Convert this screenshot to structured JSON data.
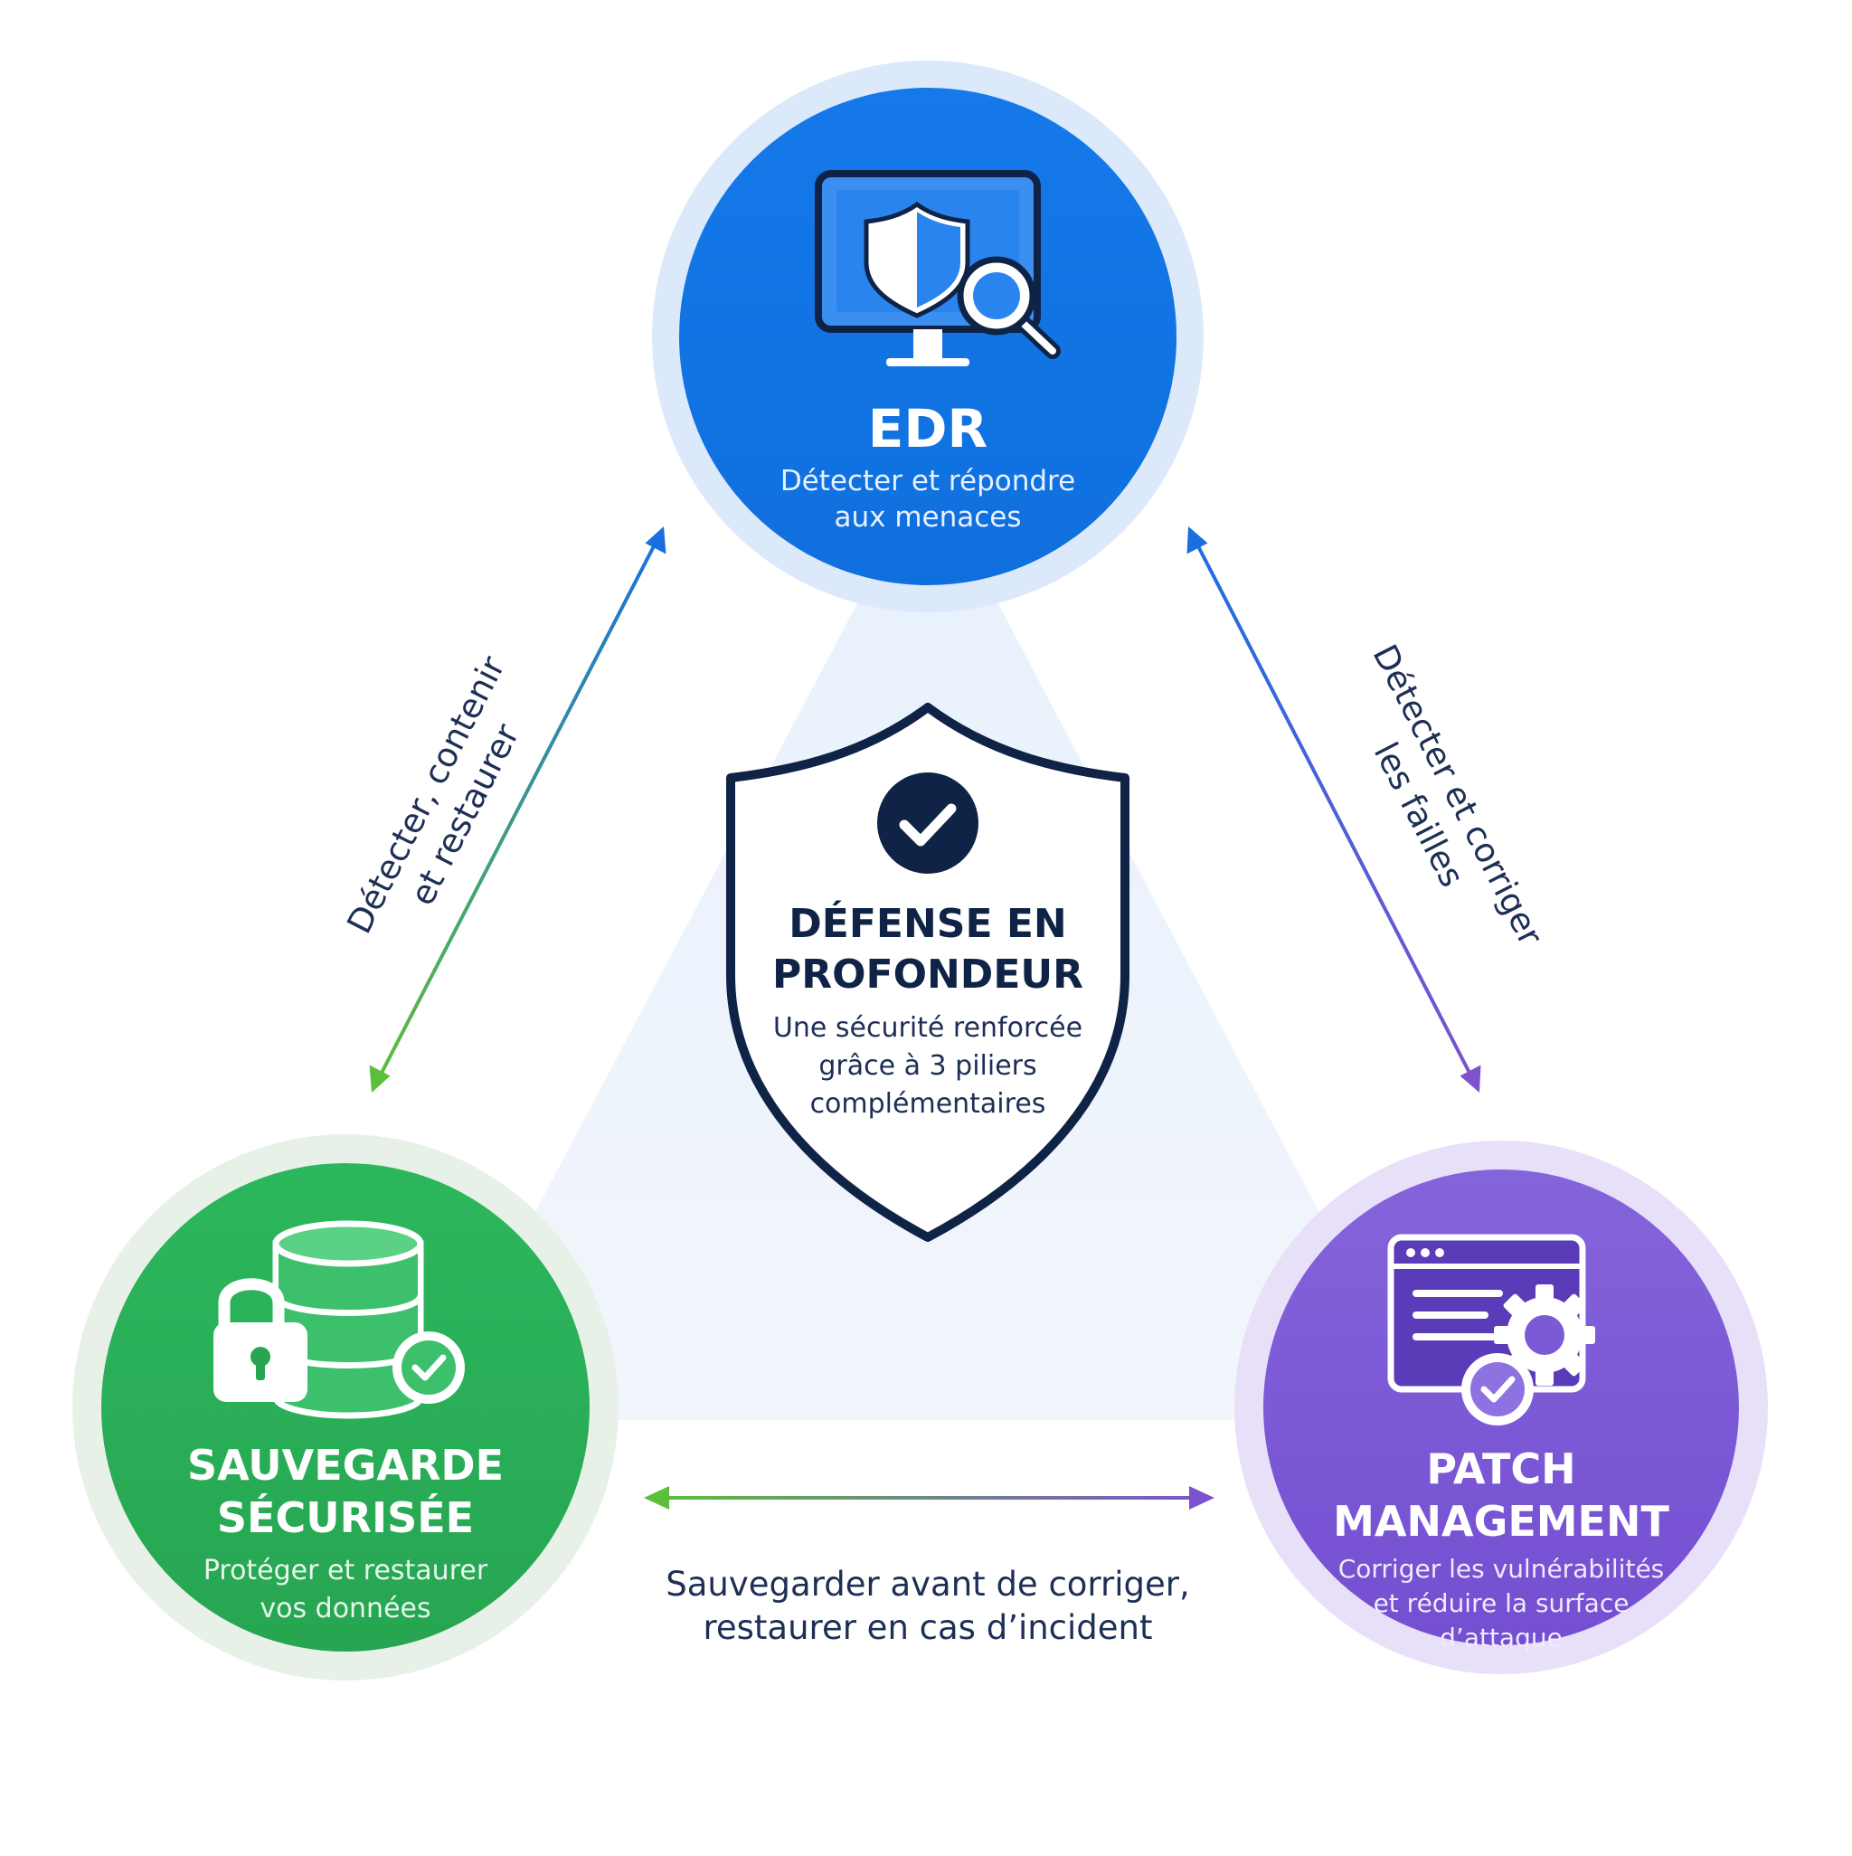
{
  "center": {
    "title_line1": "DÉFENSE EN",
    "title_line2": "PROFONDEUR",
    "subtitle_line1": "Une sécurité renforcée",
    "subtitle_line2": "grâce à 3 piliers",
    "subtitle_line3": "complémentaires"
  },
  "nodes": {
    "edr": {
      "title": "EDR",
      "subtitle_line1": "Détecter et répondre",
      "subtitle_line2": "aux menaces",
      "color": "#1778e6",
      "icon": "monitor-shield-search-icon"
    },
    "backup": {
      "title_line1": "SAUVEGARDE",
      "title_line2": "SÉCURISÉE",
      "subtitle_line1": "Protéger et restaurer",
      "subtitle_line2": "vos données",
      "color": "#2bb15a",
      "icon": "database-lock-check-icon"
    },
    "patch": {
      "title_line1": "PATCH",
      "title_line2": "MANAGEMENT",
      "subtitle_line1": "Corriger les vulnérabilités",
      "subtitle_line2": "et réduire la surface",
      "subtitle_line3": "d’attaque",
      "color": "#7b5ad6",
      "icon": "browser-gear-check-icon"
    }
  },
  "edges": {
    "left": {
      "line1": "Détecter, contenir",
      "line2": "et restaurer"
    },
    "right": {
      "line1": "Détecter et corriger",
      "line2": "les failles"
    },
    "bottom": {
      "line1": "Sauvegarder avant de corriger,",
      "line2": "restaurer en cas d’incident"
    }
  },
  "colors": {
    "navy": "#0f2347",
    "blue": "#1778e6",
    "green": "#2bb15a",
    "purple": "#7b5ad6",
    "triangle": "#eef4fc"
  }
}
